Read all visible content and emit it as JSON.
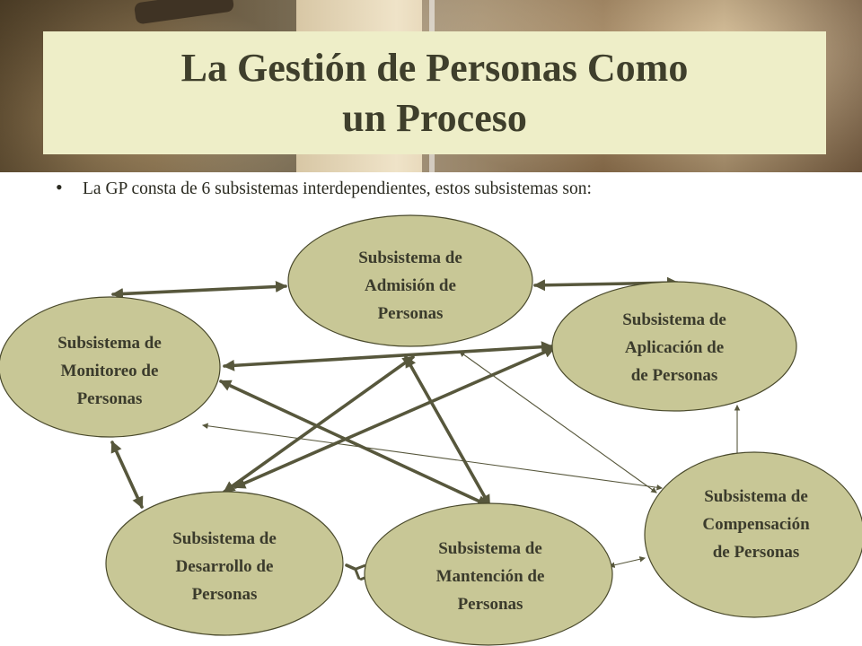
{
  "slide": {
    "title": "La Gestión de Personas Como un Proceso",
    "bullet": "La GP consta de 6 subsistemas interdependientes, estos subsistemas son:"
  },
  "colors": {
    "node_fill": "#c8c796",
    "node_stroke": "#4a4a2c",
    "arrow": "#57573c",
    "title_box": "#eeeec8",
    "title_text": "#3f3f2c"
  },
  "nodes": [
    {
      "id": "admision",
      "lines": [
        "Subsistema de",
        "Admisión de",
        "Personas"
      ]
    },
    {
      "id": "monitoreo",
      "lines": [
        "Subsistema de",
        "Monitoreo de",
        "Personas"
      ]
    },
    {
      "id": "aplicacion",
      "lines": [
        "Subsistema de",
        "Aplicación de",
        "de Personas"
      ]
    },
    {
      "id": "desarrollo",
      "lines": [
        "Subsistema de",
        "Desarrollo de",
        "Personas"
      ]
    },
    {
      "id": "mantencion",
      "lines": [
        "Subsistema de",
        "Mantención  de",
        "Personas"
      ]
    },
    {
      "id": "compensacion",
      "lines": [
        "Subsistema de",
        "Compensación",
        "de Personas"
      ]
    }
  ],
  "edges": [
    {
      "id": "admision-monitoreo",
      "from": "admision",
      "to": "monitoreo",
      "weight": "thick"
    },
    {
      "id": "admision-aplicacion",
      "from": "admision",
      "to": "aplicacion",
      "weight": "thick"
    },
    {
      "id": "admision-desarrollo",
      "from": "admision",
      "to": "desarrollo",
      "weight": "thick"
    },
    {
      "id": "admision-mantencion",
      "from": "admision",
      "to": "mantencion",
      "weight": "thick"
    },
    {
      "id": "admision-compensacion",
      "from": "admision",
      "to": "compensacion",
      "weight": "thin"
    },
    {
      "id": "monitoreo-aplicacion",
      "from": "monitoreo",
      "to": "aplicacion",
      "weight": "thick"
    },
    {
      "id": "monitoreo-mantencion",
      "from": "monitoreo",
      "to": "mantencion",
      "weight": "thick"
    },
    {
      "id": "monitoreo-desarrollo",
      "from": "monitoreo",
      "to": "desarrollo",
      "weight": "thick"
    },
    {
      "id": "monitoreo-compensacion",
      "from": "monitoreo",
      "to": "compensacion",
      "weight": "thin"
    },
    {
      "id": "aplicacion-desarrollo",
      "from": "aplicacion",
      "to": "desarrollo",
      "weight": "thick"
    },
    {
      "id": "aplicacion-compensacion",
      "from": "aplicacion",
      "to": "compensacion",
      "weight": "thin"
    },
    {
      "id": "desarrollo-mantencion",
      "from": "desarrollo",
      "to": "mantencion",
      "weight": "diamond"
    },
    {
      "id": "mantencion-compensacion",
      "from": "mantencion",
      "to": "compensacion",
      "weight": "thin"
    }
  ]
}
